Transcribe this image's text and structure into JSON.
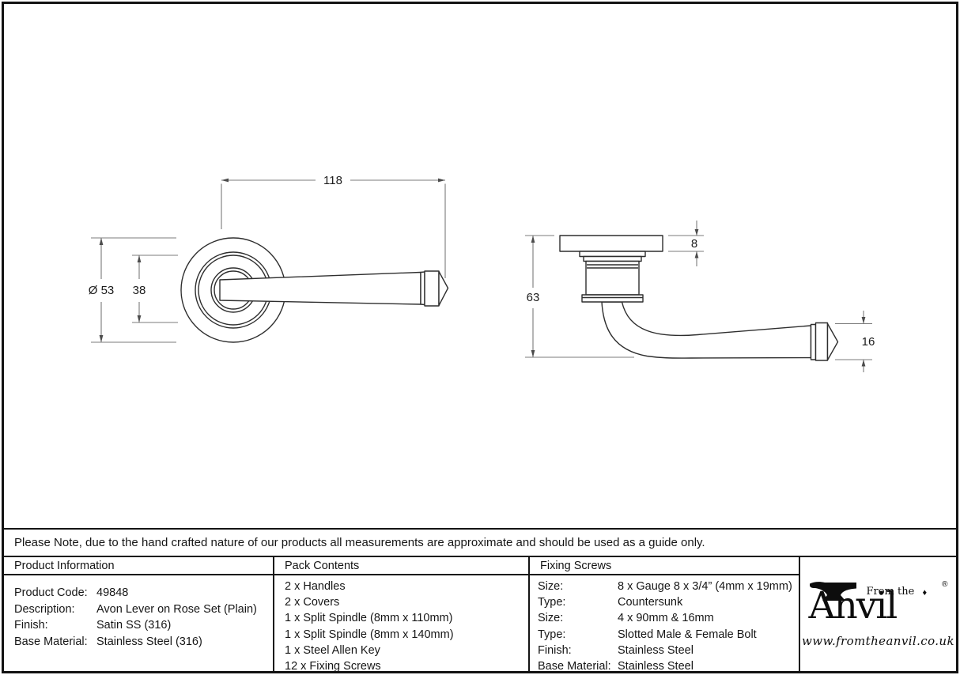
{
  "note": {
    "text": "Please Note, due to the hand crafted nature of our products all measurements are approximate and should be used as a guide only."
  },
  "drawings": {
    "front_view": {
      "width_dim": "118",
      "rose_diameter_dim": "Ø 53",
      "inner_rose_dim": "38"
    },
    "side_view": {
      "rose_thickness_dim": "8",
      "projection_dim": "63",
      "lever_thickness_dim": "16"
    }
  },
  "table": {
    "product_information": {
      "title": "Product Information",
      "rows": [
        {
          "label": "Product Code:",
          "value": "49848"
        },
        {
          "label": "Description:",
          "value": "Avon Lever on Rose Set (Plain)"
        },
        {
          "label": "Finish:",
          "value": "Satin SS (316)"
        },
        {
          "label": "Base Material:",
          "value": "Stainless Steel (316)"
        }
      ]
    },
    "pack_contents": {
      "title": "Pack Contents",
      "items": [
        "2 x Handles",
        "2 x Covers",
        "1 x Split Spindle (8mm x 110mm)",
        "1 x Split Spindle (8mm x 140mm)",
        "1 x Steel Allen Key",
        "12 x Fixing Screws"
      ]
    },
    "fixing_screws": {
      "title": "Fixing Screws",
      "rows": [
        {
          "label": "Size:",
          "value": "8 x Gauge 8 x 3/4” (4mm x 19mm)"
        },
        {
          "label": "Type:",
          "value": "Countersunk"
        },
        {
          "label": "Size:",
          "value": "4 x 90mm & 16mm"
        },
        {
          "label": "Type:",
          "value": "Slotted Male & Female Bolt"
        },
        {
          "label": "Finish:",
          "value": "Stainless Steel"
        },
        {
          "label": "Base Material:",
          "value": "Stainless Steel"
        }
      ]
    }
  },
  "brand": {
    "tagline": "From the",
    "name": "Anvil",
    "diamond": "♦",
    "registered": "®",
    "url": "www.fromtheanvil.co.uk"
  }
}
